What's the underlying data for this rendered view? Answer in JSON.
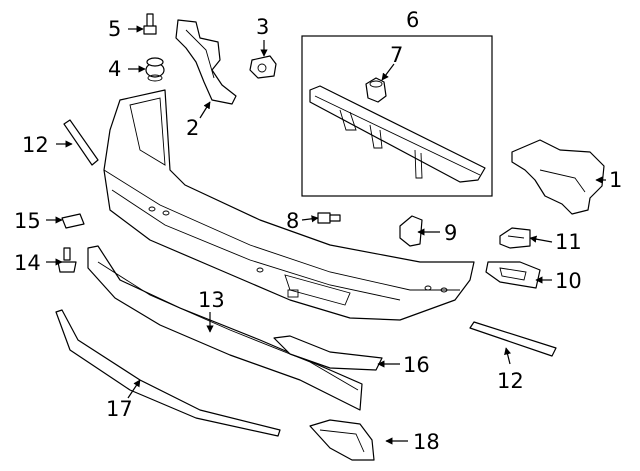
{
  "callouts": {
    "c1": "1",
    "c2": "2",
    "c3": "3",
    "c4": "4",
    "c5": "5",
    "c6": "6",
    "c7": "7",
    "c8": "8",
    "c9": "9",
    "c10": "10",
    "c11": "11",
    "c12a": "12",
    "c12b": "12",
    "c13": "13",
    "c14": "14",
    "c15": "15",
    "c16": "16",
    "c17": "17",
    "c18": "18"
  }
}
